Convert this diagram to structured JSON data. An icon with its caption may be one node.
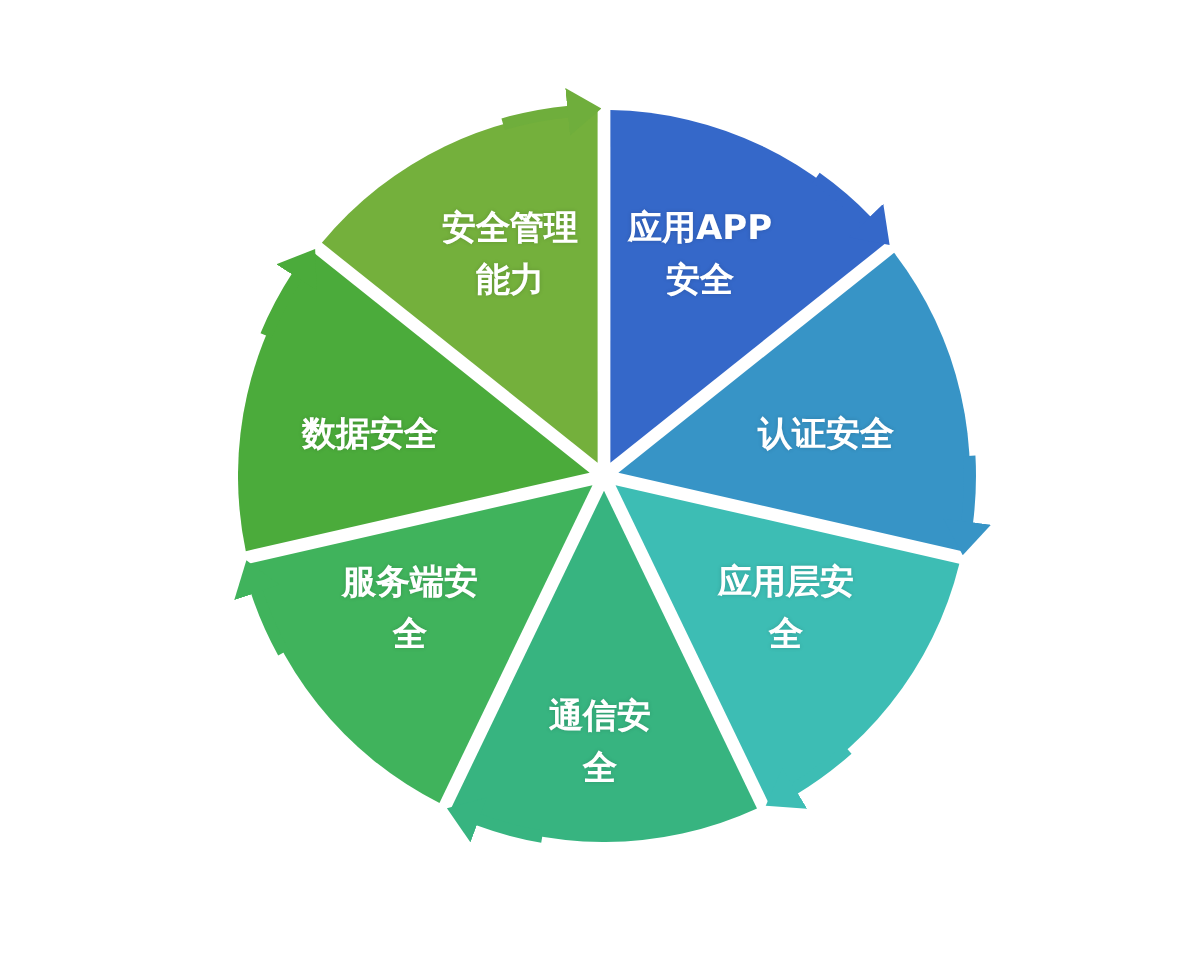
{
  "diagram": {
    "nodes": [
      {
        "text": [
          "安全管理能力"
        ]
      },
      {
        "text": [
          "应用APP安全"
        ]
      },
      {
        "text": [
          "认证安全"
        ]
      },
      {
        "text": [
          "应用层安全"
        ]
      },
      {
        "text": [
          "通信安全"
        ]
      },
      {
        "text": [
          "服务端安全"
        ]
      },
      {
        "text": [
          "数据安全"
        ]
      }
    ],
    "edges": [
      {
        "from": 0,
        "to": 1,
        "arrow": "to",
        "color": "#6fae3c"
      },
      {
        "from": 1,
        "to": 2,
        "arrow": "to",
        "color": "#3568c9"
      },
      {
        "from": 2,
        "to": 3,
        "arrow": "to",
        "color": "#3794c6"
      },
      {
        "from": 3,
        "to": 4,
        "arrow": "to",
        "color": "#3dbdb4"
      },
      {
        "from": 4,
        "to": 5,
        "arrow": "to",
        "color": "#37b480"
      },
      {
        "from": 5,
        "to": 6,
        "arrow": "to",
        "color": "#40b35c"
      },
      {
        "from": 6,
        "to": 0,
        "arrow": "to",
        "color": "#4bab3b"
      }
    ]
  }
}
